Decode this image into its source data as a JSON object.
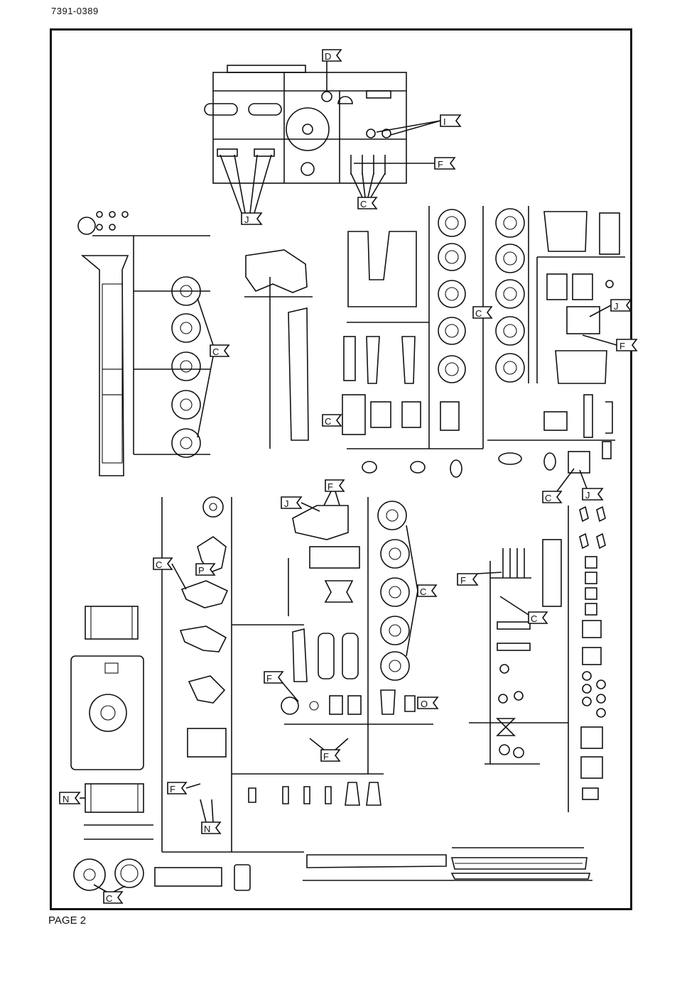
{
  "header": {
    "doc_number": "7391-0389"
  },
  "footer": {
    "page_label": "PAGE 2"
  },
  "part_tags": [
    "D",
    "I",
    "F",
    "J",
    "C",
    "P",
    "N",
    "O"
  ],
  "callouts": [
    {
      "letter": "D"
    },
    {
      "letter": "I"
    },
    {
      "letter": "F"
    },
    {
      "letter": "J"
    },
    {
      "letter": "C"
    },
    {
      "letter": "C"
    },
    {
      "letter": "C"
    },
    {
      "letter": "C"
    },
    {
      "letter": "J"
    },
    {
      "letter": "F"
    },
    {
      "letter": "C"
    },
    {
      "letter": "J"
    },
    {
      "letter": "F"
    },
    {
      "letter": "J"
    },
    {
      "letter": "C"
    },
    {
      "letter": "C"
    },
    {
      "letter": "P"
    },
    {
      "letter": "F"
    },
    {
      "letter": "C"
    },
    {
      "letter": "F"
    },
    {
      "letter": "O"
    },
    {
      "letter": "F"
    },
    {
      "letter": "N"
    },
    {
      "letter": "F"
    },
    {
      "letter": "N"
    },
    {
      "letter": "C"
    }
  ]
}
